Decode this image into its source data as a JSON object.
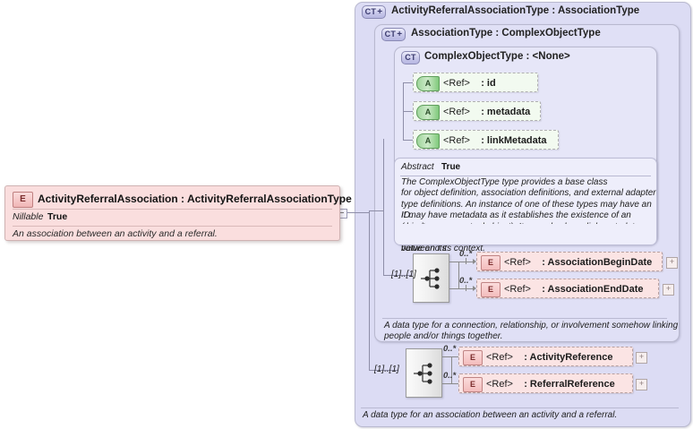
{
  "diagram": {
    "kind": "xml-schema-component-diagram",
    "root_element": {
      "badge": "E",
      "title": "ActivityReferralAssociation : ActivityReferralAssociationType",
      "name": "ActivityReferralAssociation",
      "type": "ActivityReferralAssociationType",
      "property_key": "Nillable",
      "property_value": "True",
      "documentation": "An association between an activity and a referral."
    },
    "panels": [
      {
        "badge": "CT",
        "expandable": "+",
        "title": "ActivityReferralAssociationType : AssociationType"
      },
      {
        "badge": "CT",
        "expandable": "+",
        "title": "AssociationType : ComplexObjectType"
      },
      {
        "badge": "CT",
        "expandable": "",
        "title": "ComplexObjectType : <None>"
      }
    ],
    "attributes": [
      {
        "badge": "A",
        "ref": "<Ref>",
        "name": ": id"
      },
      {
        "badge": "A",
        "ref": "<Ref>",
        "name": ": metadata"
      },
      {
        "badge": "A",
        "ref": "<Ref>",
        "name": ": linkMetadata"
      }
    ],
    "complex_object_type_card": {
      "abstract_key": "Abstract",
      "abstract_value": "True",
      "documentation_lines": [
        "The ComplexObjectType type provides a base class",
        "for object definition, association definitions, and external adapter",
        "type definitions. An instance of one of these types may have an ID.",
        "It may have metadata as it establishes the existence of an object",
        "(maybe a conceptual object). It may also have link metadata, as an",
        "element of one of these types establishes a relationship between its",
        "value and its context."
      ]
    },
    "association_type_group": {
      "cardinality": "[1]..[1]",
      "connector": "sequence",
      "children": [
        {
          "badge": "E",
          "ref": "<Ref>",
          "name": ": AssociationBeginDate",
          "occurrence": "0..*",
          "expand": "+"
        },
        {
          "badge": "E",
          "ref": "<Ref>",
          "name": ": AssociationEndDate",
          "occurrence": "0..*",
          "expand": "+"
        }
      ],
      "documentation": [
        "A data type for a connection, relationship, or involvement somehow linking",
        "people and/or things together."
      ]
    },
    "activity_referral_group": {
      "cardinality": "[1]..[1]",
      "connector": "sequence",
      "children": [
        {
          "badge": "E",
          "ref": "<Ref>",
          "name": ": ActivityReference",
          "occurrence": "0..*",
          "expand": "+"
        },
        {
          "badge": "E",
          "ref": "<Ref>",
          "name": ": ReferralReference",
          "occurrence": "0..*",
          "expand": "+"
        }
      ],
      "documentation": "A data type for an association between an activity and a referral."
    },
    "colors": {
      "panel_outer": "#dcdcf4",
      "panel_mid": "#e0e0f6",
      "panel_inner": "#e6e6f8",
      "attribute_fill": "#f2faf0",
      "element_fill": "#fbe4e4",
      "root_fill": "#fadede",
      "doc_card_fill": "#eeeefb",
      "connector_line": "#8e8ea8"
    }
  }
}
